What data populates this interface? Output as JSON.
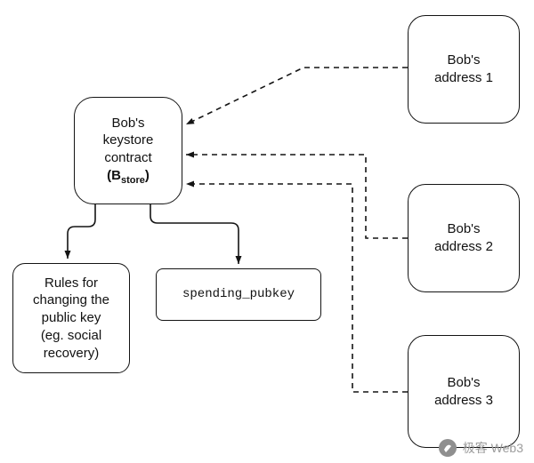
{
  "diagram": {
    "keystore": {
      "lines": [
        "Bob's",
        "keystore",
        "contract"
      ],
      "paren_open": "(",
      "symbol": "B",
      "subscript": "store",
      "paren_close": ")"
    },
    "addresses": [
      {
        "line1": "Bob's",
        "line2": "address 1"
      },
      {
        "line1": "Bob's",
        "line2": "address 2"
      },
      {
        "line1": "Bob's",
        "line2": "address 3"
      }
    ],
    "rules": {
      "lines": [
        "Rules for",
        "changing the",
        "public key",
        "(eg. social",
        "recovery)"
      ]
    },
    "pubkey": {
      "label": "spending_pubkey"
    }
  },
  "watermark": {
    "text": "极客 Web3"
  }
}
